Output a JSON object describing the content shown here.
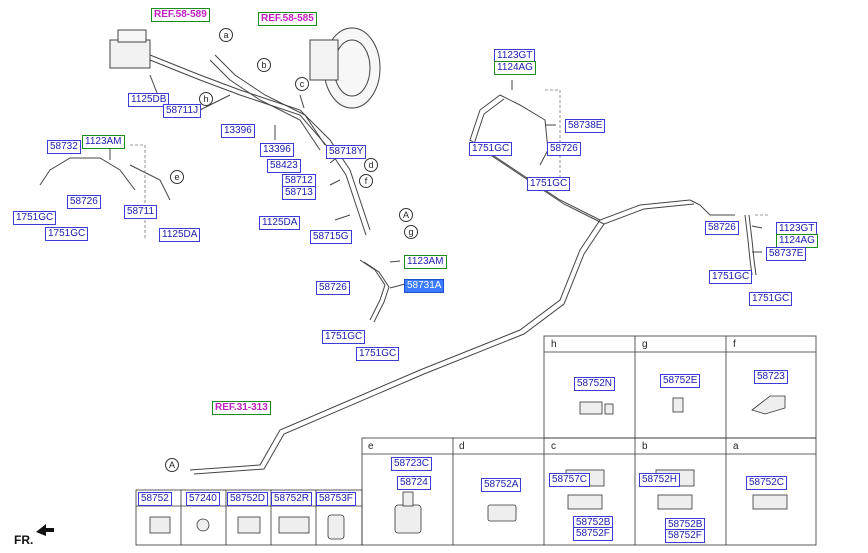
{
  "refs": {
    "ref1": "REF.58-589",
    "ref2": "REF.58-585",
    "ref3": "REF.31-313"
  },
  "labels": {
    "l1125DB": "1125DB",
    "l58711J": "58711J",
    "l13396a": "13396",
    "l13396b": "13396",
    "l58718Y": "58718Y",
    "l58423": "58423",
    "l58712": "58712",
    "l58713": "58713",
    "l1125DA_mid": "1125DA",
    "l58715G": "58715G",
    "l58732": "58732",
    "l1123AM_left": "1123AM",
    "l58726_left": "58726",
    "l1751GC_l1": "1751GC",
    "l1751GC_l2": "1751GC",
    "l58711": "58711",
    "l1125DA_left": "1125DA",
    "l1123AM_mid": "1123AM",
    "l58731A": "58731A",
    "l58726_mid": "58726",
    "l1751GC_m1": "1751GC",
    "l1751GC_m2": "1751GC",
    "l1123GT_top": "1123GT",
    "l1124AG_top": "1124AG",
    "l58738E": "58738E",
    "l1751GC_t1": "1751GC",
    "l58726_top": "58726",
    "l1751GC_t2": "1751GC",
    "l58726_right": "58726",
    "l1123GT_r": "1123GT",
    "l1124AG_r": "1124AG",
    "l58737E": "58737E",
    "l1751GC_r1": "1751GC",
    "l1751GC_r2": "1751GC"
  },
  "circle_letters": [
    "a",
    "b",
    "c",
    "h",
    "d",
    "e",
    "f",
    "g",
    "A",
    "A"
  ],
  "table_top": {
    "h": {
      "tag": "h",
      "part": "58752N"
    },
    "g": {
      "tag": "g",
      "part": "58752E"
    },
    "f": {
      "tag": "f",
      "part": "58723"
    }
  },
  "table_bottom": {
    "e": {
      "tag": "e",
      "parts": [
        "58723C",
        "58724"
      ]
    },
    "d": {
      "tag": "d",
      "parts": [
        "58752A"
      ]
    },
    "c": {
      "tag": "c",
      "parts": [
        "58757C",
        "58752B",
        "58752F"
      ]
    },
    "b": {
      "tag": "b",
      "parts": [
        "58752H",
        "58752B",
        "58752F"
      ]
    },
    "a": {
      "tag": "a",
      "parts": [
        "58752C"
      ]
    }
  },
  "small_parts": [
    "58752",
    "57240",
    "58752D",
    "58752R",
    "58753F"
  ],
  "fr_label": "FR."
}
